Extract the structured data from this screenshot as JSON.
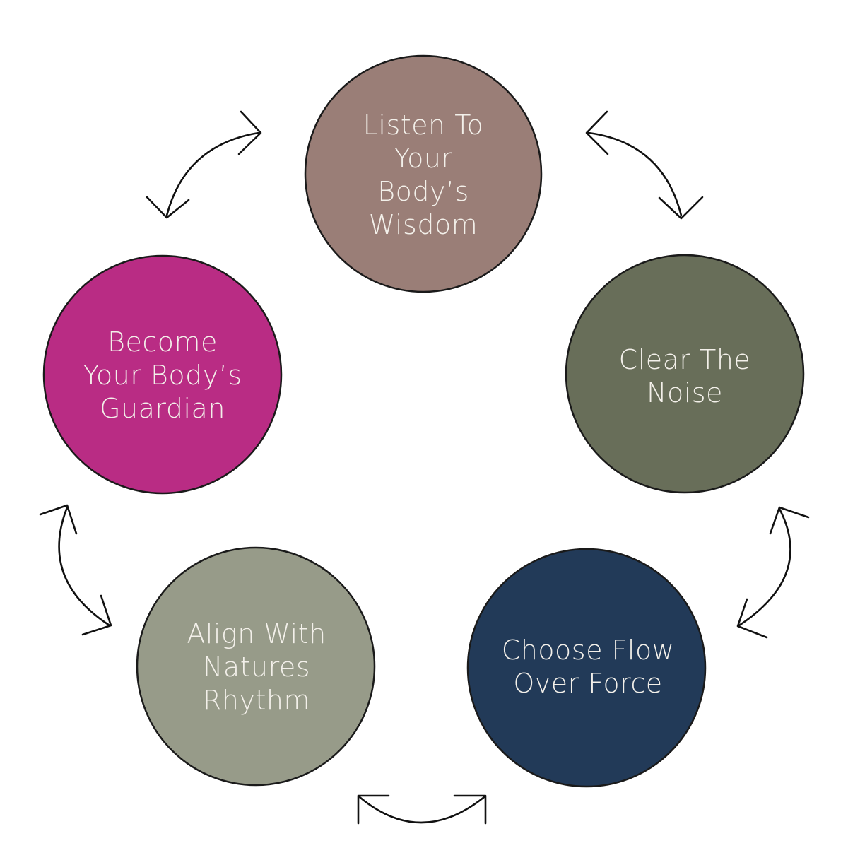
{
  "diagram": {
    "nodes": [
      {
        "id": "listen",
        "lines": [
          "Listen To",
          "Your",
          "Body’s",
          "Wisdom"
        ],
        "color": "#9a7e77"
      },
      {
        "id": "clear",
        "lines": [
          "Clear The",
          "Noise"
        ],
        "color": "#686e59"
      },
      {
        "id": "choose",
        "lines": [
          "Choose Flow",
          "Over Force"
        ],
        "color": "#223a58"
      },
      {
        "id": "align",
        "lines": [
          "Align With",
          "Natures",
          "Rhythm"
        ],
        "color": "#979b89"
      },
      {
        "id": "become",
        "lines": [
          "Become",
          "Your Body’s",
          "Guardian"
        ],
        "color": "#b92c84"
      }
    ],
    "arrows": [
      {
        "from": "listen",
        "to": "clear",
        "direction": "bidirectional"
      },
      {
        "from": "clear",
        "to": "choose",
        "direction": "bidirectional"
      },
      {
        "from": "choose",
        "to": "align",
        "direction": "bidirectional"
      },
      {
        "from": "align",
        "to": "become",
        "direction": "bidirectional"
      },
      {
        "from": "become",
        "to": "listen",
        "direction": "bidirectional"
      }
    ],
    "label_color": "#f3f0ea",
    "outline_color": "#1a1a1a"
  }
}
